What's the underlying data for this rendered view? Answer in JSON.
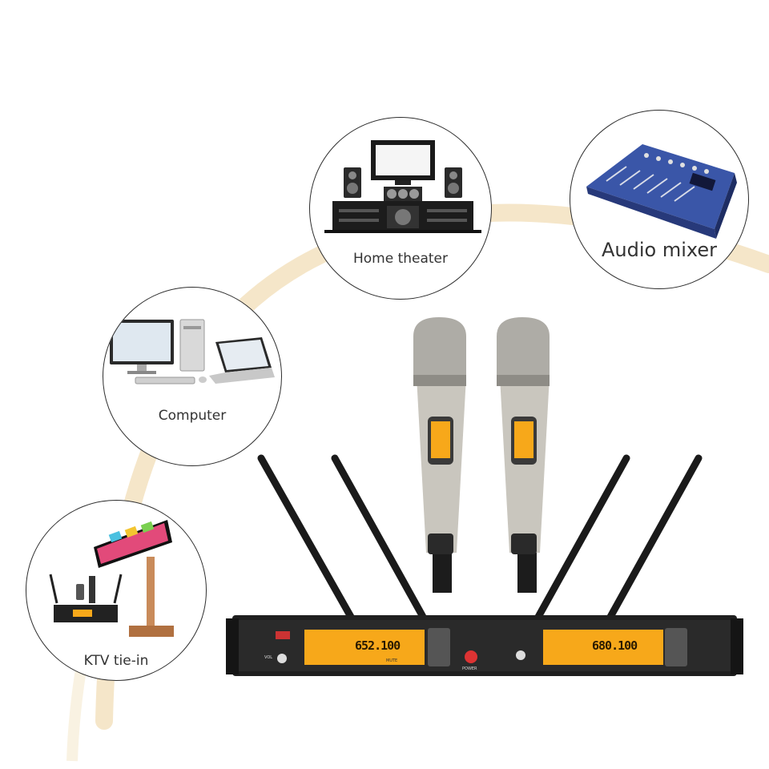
{
  "bubbles": {
    "home_theater": {
      "label": "Home theater"
    },
    "audio_mixer": {
      "label": "Audio mixer"
    },
    "computer": {
      "label": "Computer"
    },
    "ktv": {
      "label": "KTV tie-in"
    }
  },
  "receiver": {
    "channel_a_display": "652.100",
    "channel_b_display": "680.100",
    "power_label": "POWER",
    "vol_label": "VOL",
    "mute_label": "MUTE"
  },
  "colors": {
    "arc": "#f3e2c0",
    "lcd": "#f7a81a",
    "mic_body": "#c9c6be",
    "receiver": "#1f1f1f",
    "mixer_blue": "#3a56a8"
  },
  "icons": [
    "home-theater-icon",
    "audio-mixer-icon",
    "computer-icon",
    "ktv-machine-icon",
    "microphone-icon",
    "receiver-icon",
    "antenna-icon",
    "power-button-icon"
  ]
}
